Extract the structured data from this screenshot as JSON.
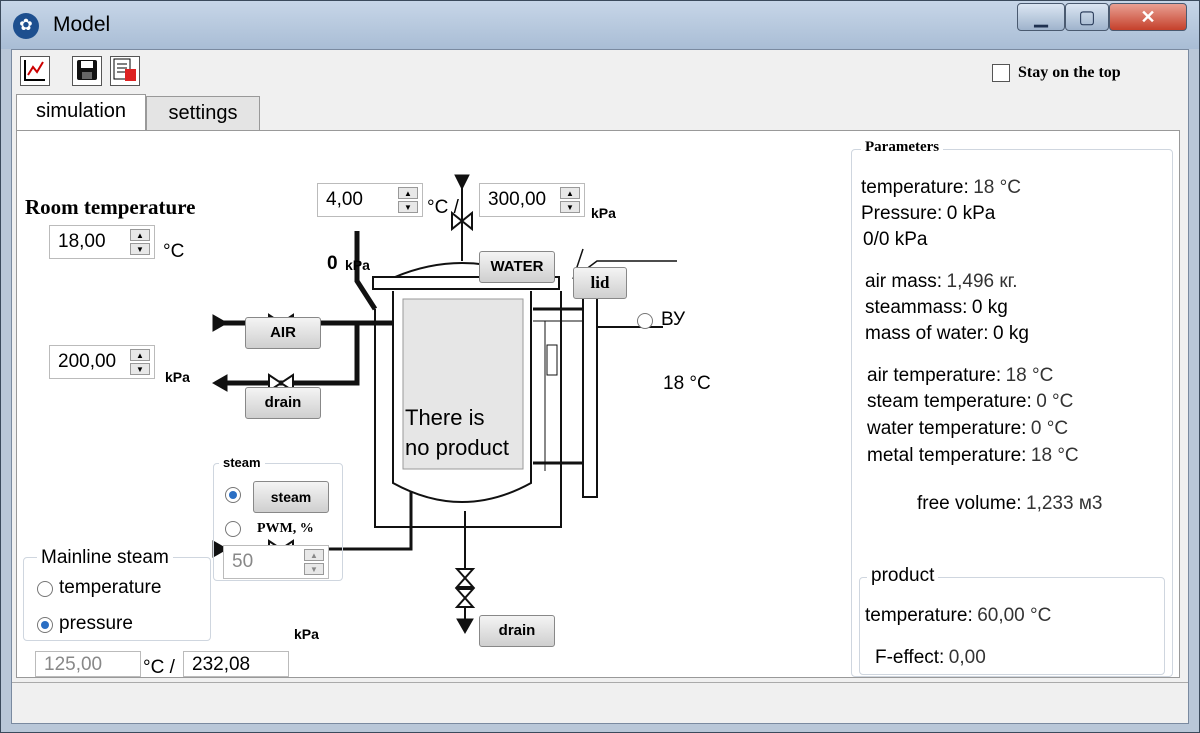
{
  "window": {
    "title": "Model"
  },
  "toolbar": {
    "stay_on_top_label": "Stay on the top",
    "stay_on_top_checked": false
  },
  "tabs": [
    {
      "label": "simulation",
      "active": true
    },
    {
      "label": "settings",
      "active": false
    }
  ],
  "room": {
    "heading": "Room temperature",
    "temperature": "18,00",
    "temperature_unit": "°C"
  },
  "water_supply": {
    "temperature": "4,00",
    "temperature_unit": "°C /",
    "pressure": "300,00",
    "pressure_unit": "kPa",
    "button": "WATER"
  },
  "gauge": {
    "value": "0",
    "unit": "kPa"
  },
  "air": {
    "button": "AIR",
    "pressure": "200,00",
    "pressure_unit": "kPa"
  },
  "drain_top": {
    "button": "drain"
  },
  "drain_bottom": {
    "button": "drain"
  },
  "lid": {
    "button": "lid"
  },
  "vu": {
    "label": "ВУ"
  },
  "jacket": {
    "temperature": "18 °C"
  },
  "vessel": {
    "line1": "There is",
    "line2": "no product"
  },
  "steam_group": {
    "title": "steam",
    "button": "steam",
    "pwm_label": "PWM, %",
    "pwm_value": "50",
    "steam_selected": true
  },
  "mainline": {
    "title": "Mainline steam",
    "temperature_label": "temperature",
    "pressure_label": "pressure",
    "selected": "pressure",
    "temperature": "125,00",
    "temperature_unit": "°C /",
    "pressure": "232,08",
    "pressure_unit": "kPa"
  },
  "parameters": {
    "title": "Parameters",
    "temperature_label": "temperature:",
    "temperature_value": "18 °C",
    "pressure_label": "Pressure:",
    "pressure_value": "0 kPa",
    "ratio": "0/0 kPa",
    "air_mass_label": "air mass:",
    "air_mass_value": "1,496 кг.",
    "steam_mass_label": "steammass:",
    "steam_mass_value": "0 kg",
    "water_mass_label": "mass of water:",
    "water_mass_value": "0 kg",
    "air_temp_label": "air temperature:",
    "air_temp_value": "18 °C",
    "steam_temp_label": "steam temperature:",
    "steam_temp_value": "0 °C",
    "water_temp_label": "water temperature:",
    "water_temp_value": "0 °C",
    "metal_temp_label": "metal temperature:",
    "metal_temp_value": "18 °C",
    "free_volume_label": "free volume:",
    "free_volume_value": "1,233 м3"
  },
  "product": {
    "title": "product",
    "temperature_label": "temperature:",
    "temperature_value": "60,00 °C",
    "f_effect_label": "F-effect:",
    "f_effect_value": "0,00"
  }
}
